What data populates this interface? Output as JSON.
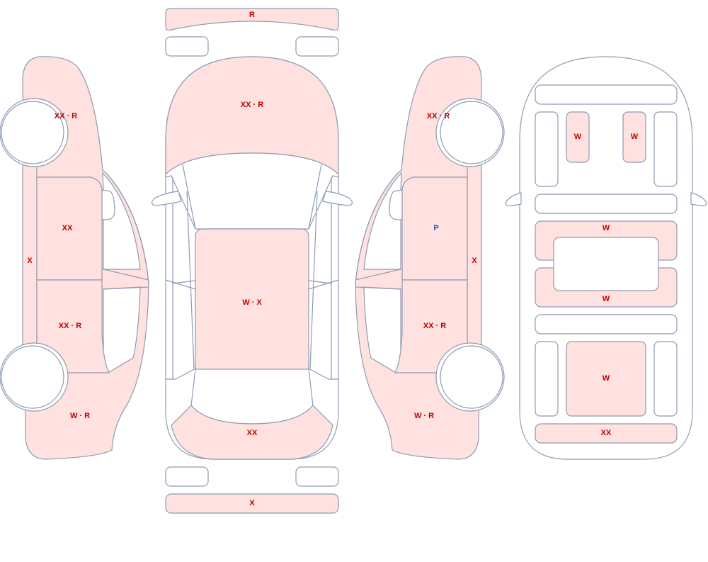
{
  "colors": {
    "damage_fill": "#ffe1df",
    "outline": "#8e9bb3",
    "label_damage": "#c00000",
    "label_paint": "#1a4fbf"
  },
  "labels": {
    "rear_bumper": "R",
    "hood": "XX · R",
    "roof": "W · X",
    "trunk_lid": "XX",
    "front_bumper": "X",
    "left_front_fender": "XX · R",
    "left_front_door": "XX",
    "left_rear_door": "XX · R",
    "left_rocker": "X",
    "left_rear_quarter": "W · R",
    "right_front_fender": "XX · R",
    "right_front_door": "P",
    "right_rear_door": "XX · R",
    "right_rocker": "X",
    "right_rear_quarter": "W · R",
    "front_seat_left": "W",
    "front_seat_right": "W",
    "floor_front": "W",
    "floor_rear": "W",
    "rear_seat": "W",
    "cargo_floor": "XX"
  }
}
